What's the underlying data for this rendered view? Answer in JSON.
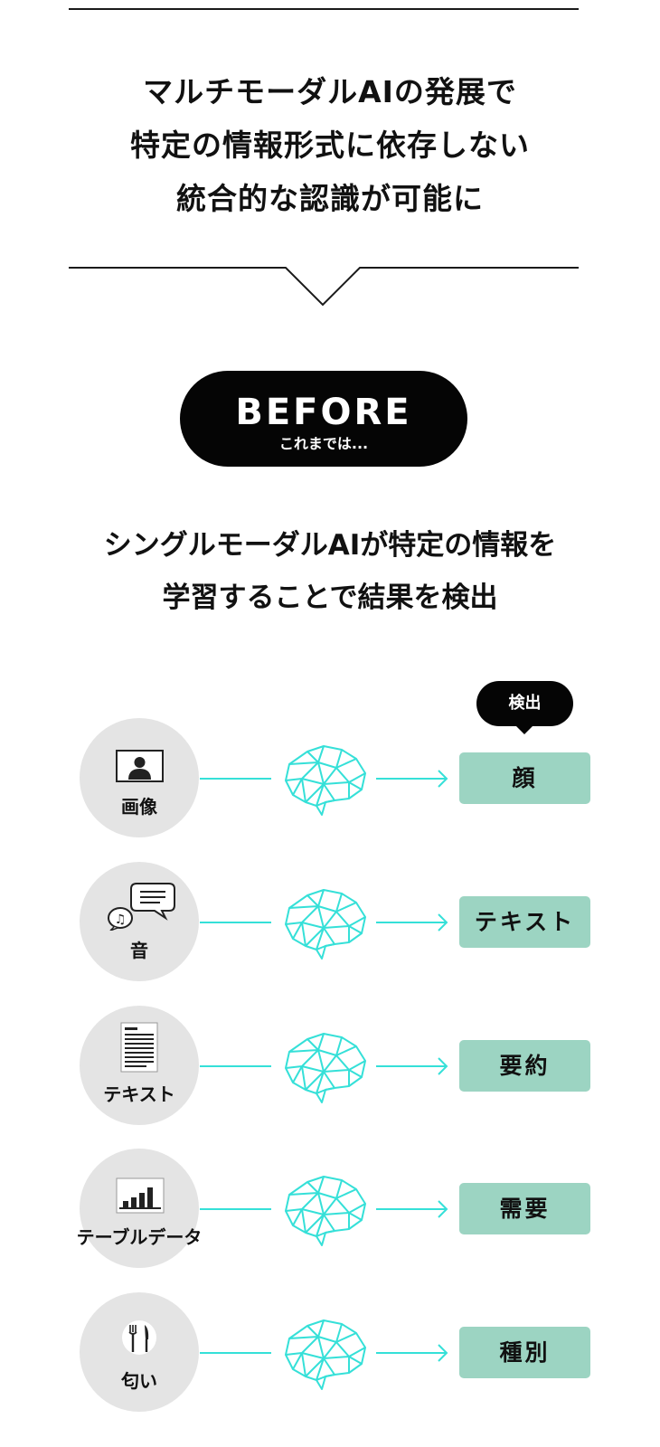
{
  "headline": {
    "lines": [
      "マルチモーダルAIの発展で",
      "特定の情報形式に依存しない",
      "統合的な認識が可能に"
    ]
  },
  "before_badge": {
    "title": "BEFORE",
    "subtitle": "これまでは..."
  },
  "description": {
    "lines": [
      "シングルモーダルAIが特定の情報を",
      "学習することで結果を検出"
    ]
  },
  "detect_label": "検出",
  "colors": {
    "accent_line": "#35e0d8",
    "result_bg": "#9cd4c2",
    "circle_bg": "#e4e4e4",
    "badge_bg": "#050505"
  },
  "rows": [
    {
      "icon": "image-icon",
      "input": "画像",
      "result": "顔"
    },
    {
      "icon": "speech-icon",
      "input": "音",
      "result": "テキスト"
    },
    {
      "icon": "document-icon",
      "input": "テキスト",
      "result": "要約"
    },
    {
      "icon": "bar-chart-icon",
      "input": "テーブルデータ",
      "result": "需要"
    },
    {
      "icon": "fork-knife-icon",
      "input": "匂い",
      "result": "種別"
    }
  ]
}
